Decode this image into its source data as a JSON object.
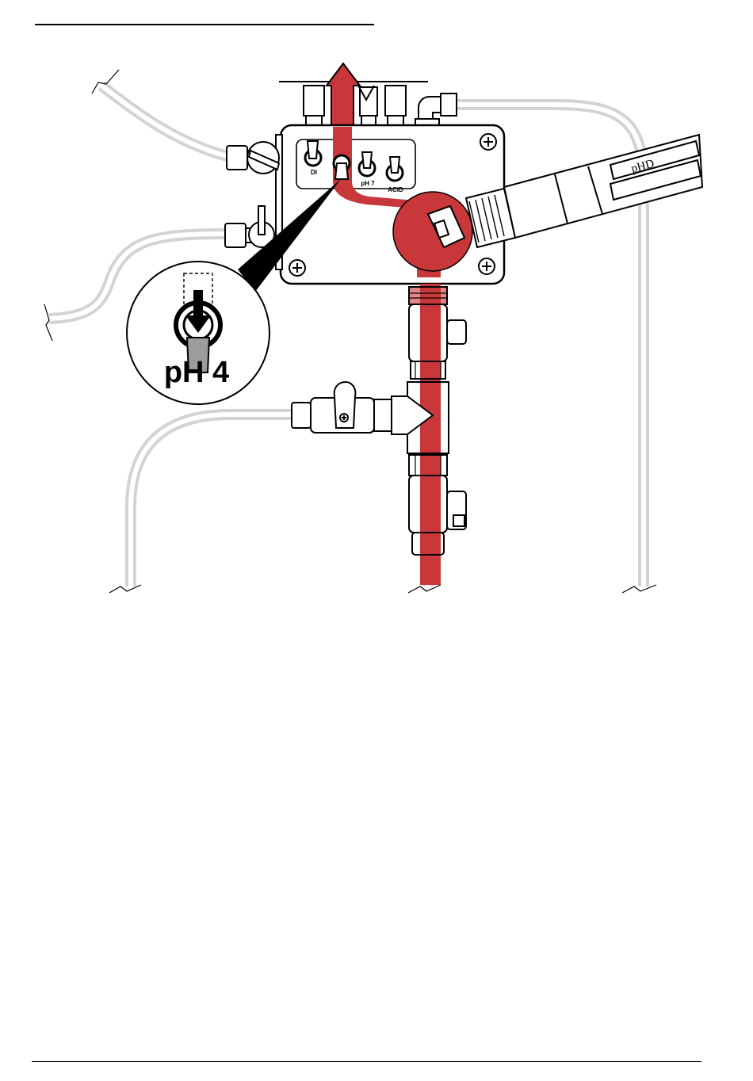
{
  "diagram": {
    "valve_labels": {
      "di": "DI",
      "ph7": "pH 7",
      "acid": "ACID"
    },
    "sensor_label": "pHD",
    "callout_label": "pH 4"
  },
  "colors": {
    "flow": "#c8373a",
    "tube": "#d3d3d3",
    "outline": "#000000",
    "pointer": "#9c9c9c"
  },
  "icons": {
    "flow_arrow": "arrow-up",
    "selection_arrow": "arrow-down",
    "screw": "phillips-screw"
  }
}
